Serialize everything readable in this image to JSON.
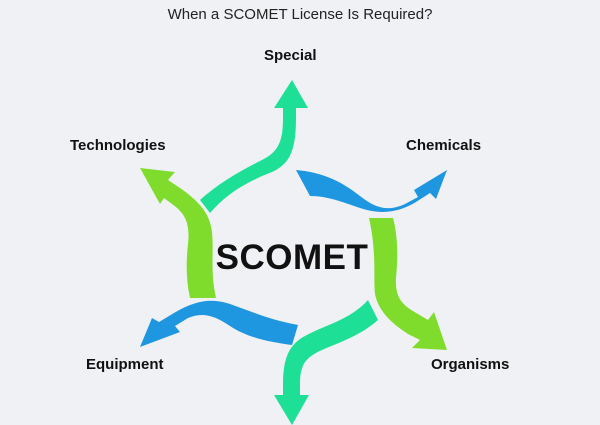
{
  "title": "When a SCOMET License Is Required?",
  "center": {
    "label": "SCOMET"
  },
  "colors": {
    "background": "#f0f1f5",
    "teal": "#1de096",
    "blue": "#1e96e0",
    "lime": "#80dc2c",
    "text": "#111111"
  },
  "categories": [
    {
      "label": "Special",
      "color": "teal",
      "direction": "up"
    },
    {
      "label": "Chemicals",
      "color": "blue",
      "direction": "upper-right"
    },
    {
      "label": "Organisms",
      "color": "lime",
      "direction": "lower-right"
    },
    {
      "label": "",
      "color": "teal",
      "direction": "down"
    },
    {
      "label": "Equipment",
      "color": "blue",
      "direction": "lower-left"
    },
    {
      "label": "Technologies",
      "color": "lime",
      "direction": "upper-left"
    }
  ]
}
